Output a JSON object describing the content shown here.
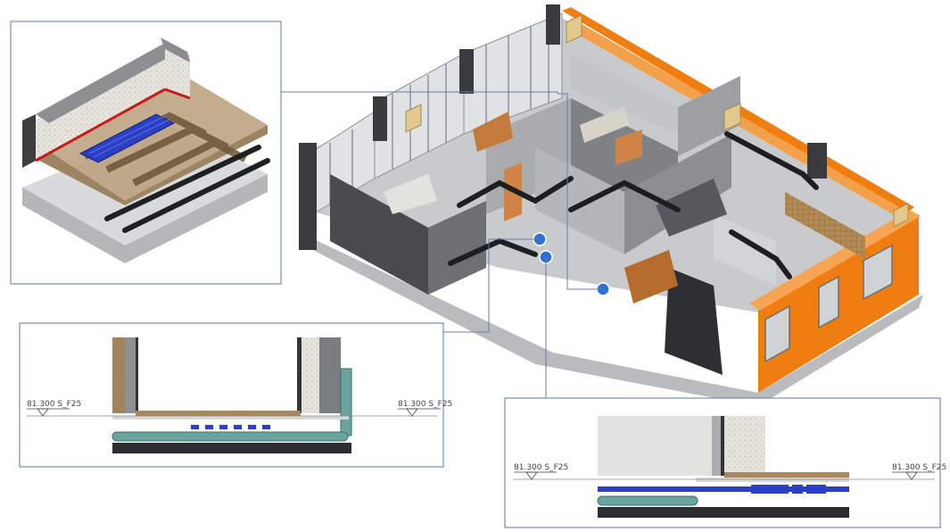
{
  "elevation_marks": {
    "detail_a_left": "81.300 S_F25",
    "detail_a_right": "81.300 S_F25",
    "detail_b_left": "81.300 S_F25",
    "detail_b_right": "81.300 S_F25"
  },
  "colors": {
    "panel_border": "#5b7aa8",
    "leader_line": "#6a7fa3",
    "callout_dot": "#2f6fd6",
    "facade_orange": "#ef7d10",
    "wall_dark": "#4a4b4f",
    "wall_grey": "#9a9ca0",
    "floor_wood": "#9b7a52",
    "heating_blue": "#2b3fc4",
    "pipe_teal": "#6aa3a0",
    "slab_dark": "#2c2e31"
  }
}
